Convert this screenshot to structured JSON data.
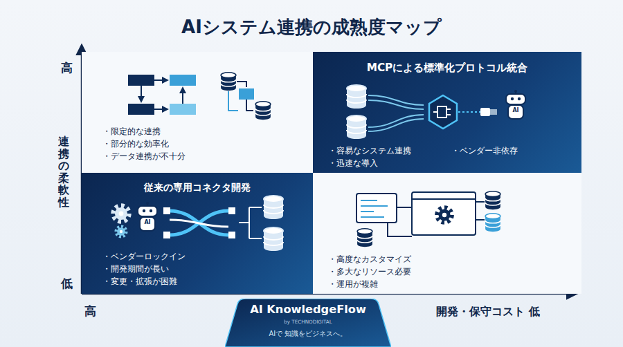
{
  "diagram": {
    "title": "AIシステム連携の成熟度マップ",
    "nodes": [
      {
        "text": [
          "・限定的な連携",
          "・部分的な効率化",
          "・データ連携が不十分"
        ]
      },
      {
        "text": [
          "MCPによる標準化プロトコル統合",
          "・容易なシステム連携",
          "・迅速な導入",
          "・ベンダー非依存"
        ]
      },
      {
        "text": [
          "従来の専用コネクタ開発",
          "・ベンダーロックイン",
          "・開発期間が長い",
          "・変更・拡張が困難"
        ]
      },
      {
        "text": [
          "・高度なカスタマイズ",
          "・多大なリソース必要",
          "・運用が複雑"
        ]
      },
      {
        "text": [
          "AI KnowledgeFlow",
          "by TECHNODIGITAL",
          "AIで 知識をビジネスへ。"
        ]
      }
    ],
    "labels": [
      "高",
      "連携の柔軟性",
      "低",
      "AI",
      "AI",
      "高",
      "開発・保守コスト 低"
    ]
  }
}
